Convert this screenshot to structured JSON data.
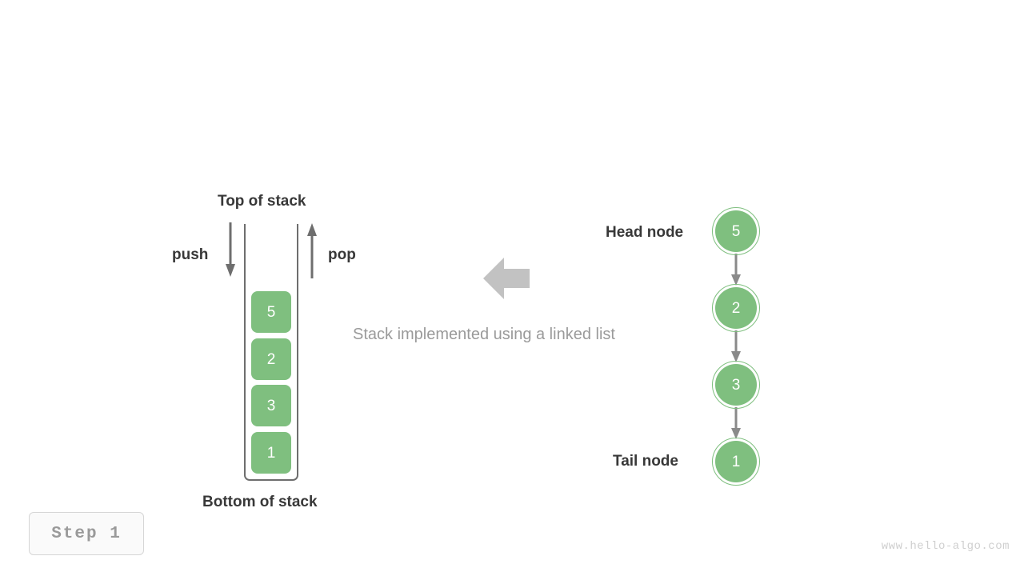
{
  "figure": {
    "caption": "Stack implemented using a linked list",
    "step_label": "Step  1",
    "watermark": "www.hello-algo.com",
    "colors": {
      "node_green": "#7fbf7f",
      "text_dark": "#383838",
      "text_gray": "#9a9a9a",
      "arrow_gray": "#6e6e6e",
      "big_arrow_gray": "#c2c2c2",
      "border_gray": "#6e6e6e",
      "watermark_gray": "#cfcfcf",
      "badge_bg": "#fafafa",
      "badge_border": "#d6d6d6",
      "white": "#ffffff"
    }
  },
  "stack": {
    "top_label": "Top of stack",
    "bottom_label": "Bottom of stack",
    "push_label": "push",
    "pop_label": "pop",
    "cells": [
      {
        "value": "5"
      },
      {
        "value": "2"
      },
      {
        "value": "3"
      },
      {
        "value": "1"
      }
    ]
  },
  "linked_list": {
    "head_label": "Head node",
    "tail_label": "Tail node",
    "nodes": [
      {
        "value": "5"
      },
      {
        "value": "2"
      },
      {
        "value": "3"
      },
      {
        "value": "1"
      }
    ]
  },
  "center_arrow": {
    "direction": "left"
  }
}
